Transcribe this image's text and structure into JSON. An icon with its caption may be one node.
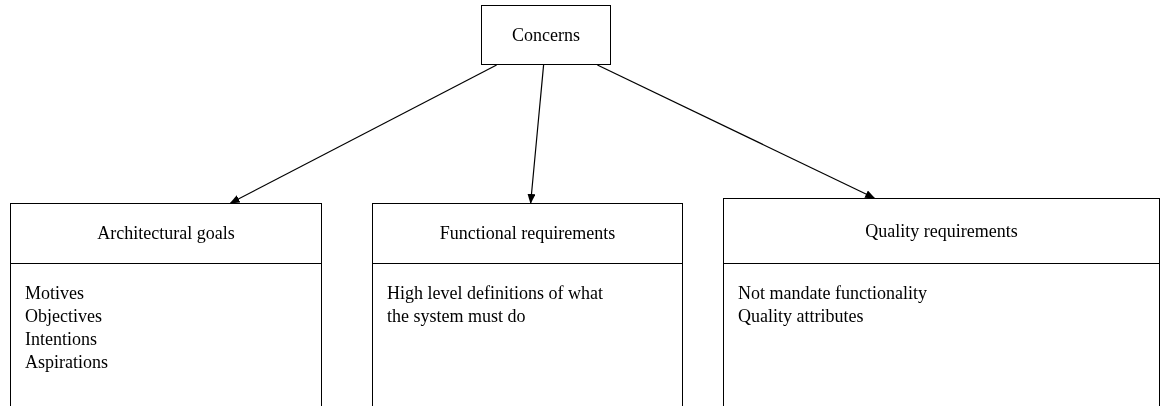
{
  "diagram": {
    "nodes": [
      {
        "text": [
          "Concerns"
        ]
      },
      {
        "text": [
          "Architectural goals",
          "Motives",
          "Objectives",
          "Intentions",
          "Aspirations"
        ]
      },
      {
        "text": [
          "Functional requirements",
          "High level definitions of what the system must do"
        ]
      },
      {
        "text": [
          "Quality requirements",
          "Not mandate functionality",
          "Quality attributes"
        ]
      }
    ],
    "edges": [
      {
        "from": 0,
        "to": 1,
        "arrow": "to"
      },
      {
        "from": 0,
        "to": 2,
        "arrow": "to"
      },
      {
        "from": 0,
        "to": 3,
        "arrow": "to"
      }
    ]
  }
}
